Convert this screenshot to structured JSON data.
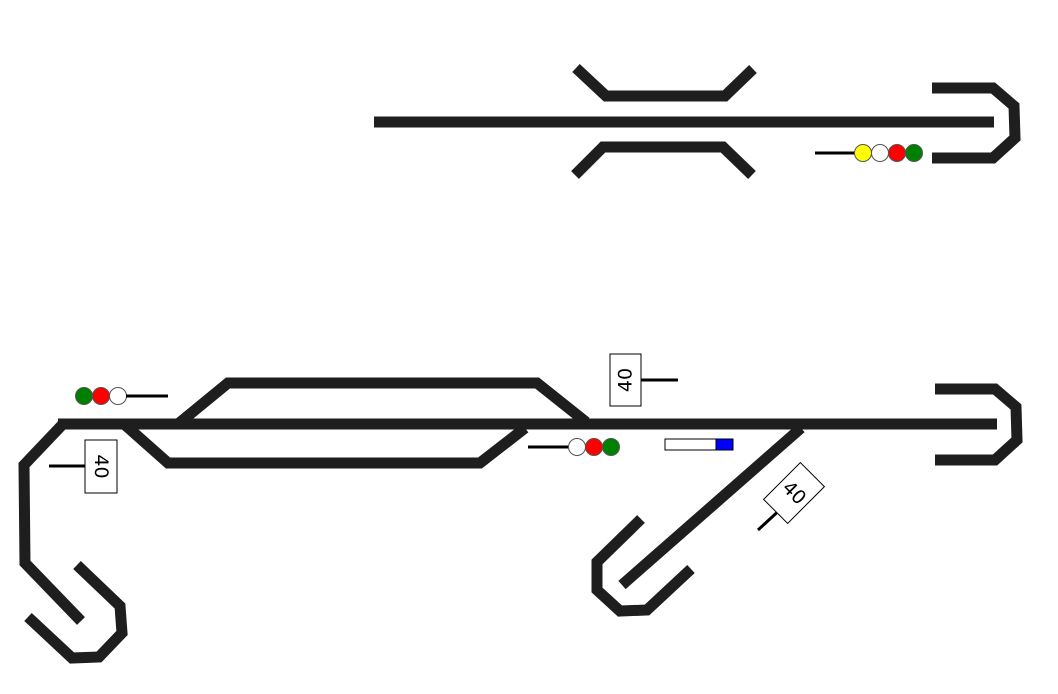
{
  "colors": {
    "track": "#1e1e1e",
    "background": "#ffffff",
    "lamp_yellow": "#ffff00",
    "lamp_white": "#ffffff",
    "lamp_red": "#ff0000",
    "lamp_green": "#008000",
    "indicator_blue": "#0000ff"
  },
  "signals": {
    "top_signal": {
      "lamps": [
        "yellow",
        "white",
        "red",
        "green"
      ]
    },
    "left_signal": {
      "lamps": [
        "green",
        "red",
        "white"
      ]
    },
    "middle_signal": {
      "lamps": [
        "white",
        "red",
        "green"
      ]
    }
  },
  "speed_signs": {
    "left": {
      "value": "40"
    },
    "middle": {
      "value": "40"
    },
    "diagonal": {
      "value": "40"
    }
  },
  "indicator": {
    "fill_fraction": 0.25,
    "color": "blue"
  }
}
